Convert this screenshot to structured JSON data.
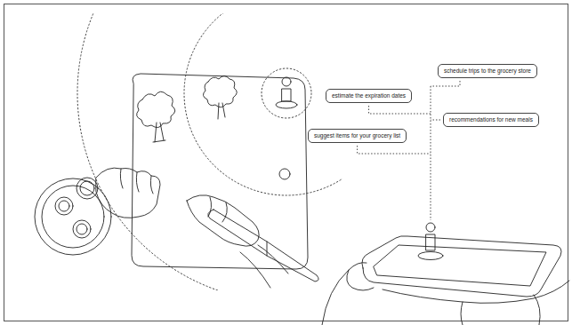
{
  "diagram": {
    "nodes": [
      {
        "text": [
          "schedule trips to the grocery store"
        ]
      },
      {
        "text": [
          "estimate the expiration dates"
        ]
      },
      {
        "text": [
          "recommendations for new meals"
        ]
      },
      {
        "text": [
          "suggest items for your grocery list"
        ]
      }
    ]
  }
}
